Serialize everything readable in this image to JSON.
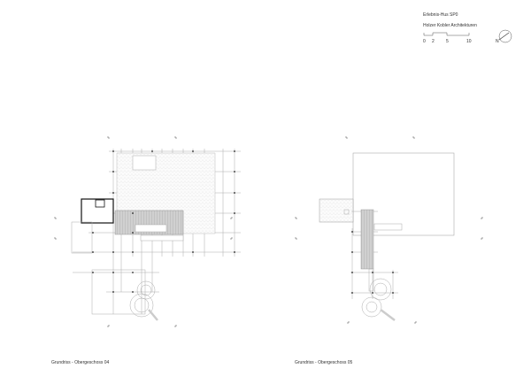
{
  "header": {
    "project_title": "Erlebnis-Hus SP0",
    "architect": "Holzer Kobler Architekturen"
  },
  "scale_bar": {
    "ticks": [
      "0",
      "2",
      "5",
      "10"
    ]
  },
  "north_arrow": {
    "label": "N",
    "icon": "north-arrow-icon"
  },
  "plans": [
    {
      "caption": "Grundriss - Obergeschoss 04"
    },
    {
      "caption": "Grundriss - Obergeschoss 05"
    }
  ],
  "colors": {
    "line": "#999999",
    "strong_line": "#111111",
    "hatch": "#bbbbbb"
  }
}
